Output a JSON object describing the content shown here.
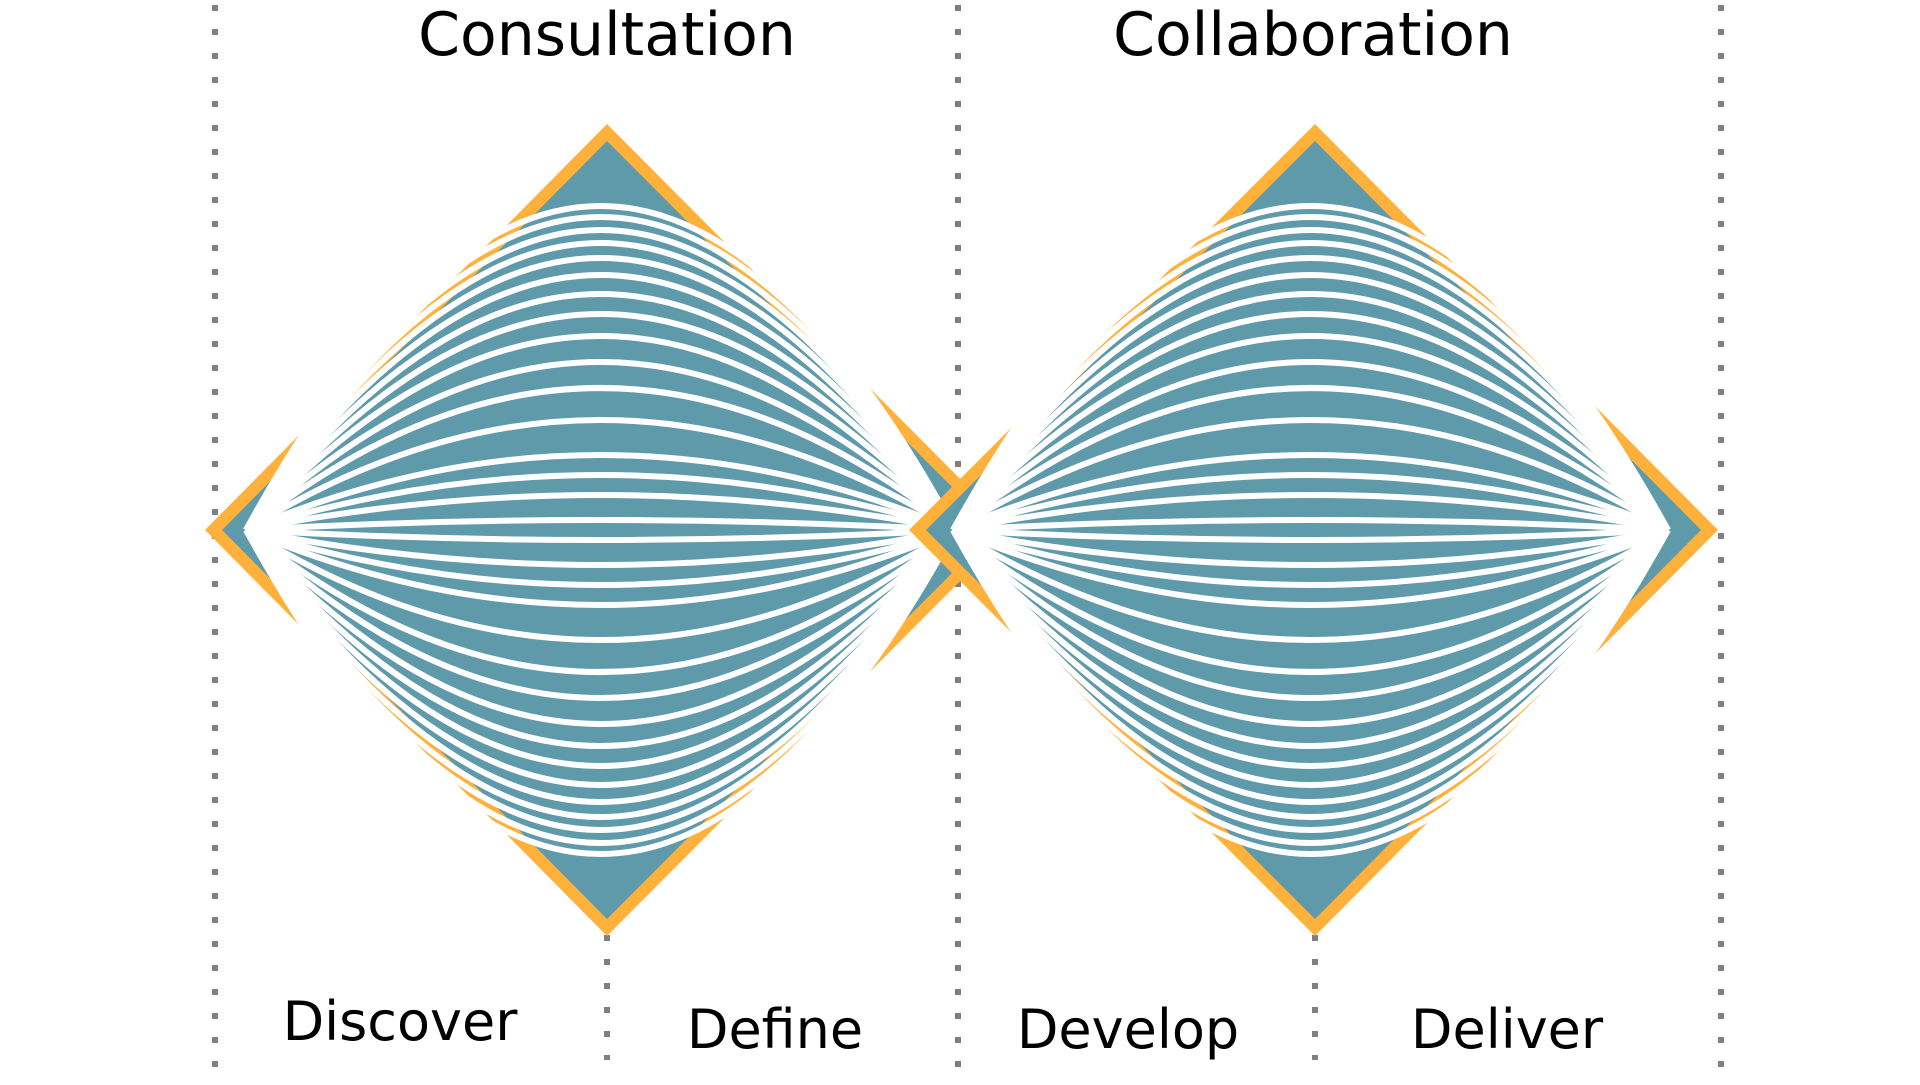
{
  "diagram": {
    "name": "double-diamond",
    "colors": {
      "background": "#ffffff",
      "diamond_fill": "#5f9aab",
      "diamond_outline": "#ffb13b",
      "arc_stroke": "#ffffff",
      "divider": "#808080",
      "text": "#000000"
    },
    "headers": [
      {
        "text": "Consultation"
      },
      {
        "text": "Collaboration"
      }
    ],
    "phases": [
      {
        "text": "Discover"
      },
      {
        "text": "Define"
      },
      {
        "text": "Develop"
      },
      {
        "text": "Deliver"
      }
    ]
  }
}
